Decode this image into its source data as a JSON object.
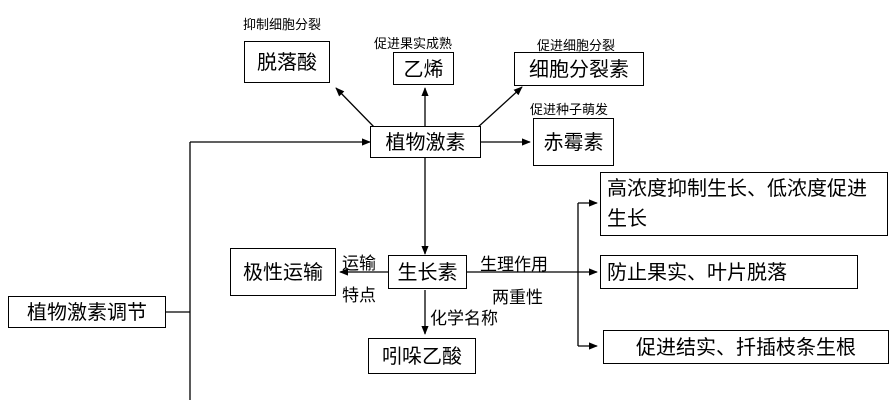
{
  "nodes": {
    "root": "植物激素调节",
    "plant_hormones": "植物激素",
    "aba": "脱落酸",
    "ethylene": "乙烯",
    "cytokinin": "细胞分裂素",
    "gibberellin": "赤霉素",
    "auxin": "生长素",
    "polar_transport": "极性运输",
    "iaa": "吲哚乙酸",
    "effect_dual": "高浓度抑制生长、低浓度促进生长",
    "effect_prevent": "防止果实、叶片脱落",
    "effect_promote": "促进结实、扦插枝条生根"
  },
  "labels": {
    "aba_fn": "抑制细胞分裂",
    "ethylene_fn": "促进果实成熟",
    "cytokinin_fn": "促进细胞分裂",
    "gibberellin_fn": "促进种子萌发",
    "transport_1": "运输",
    "transport_2": "特点",
    "physio": "生理作用",
    "duality": "两重性",
    "chem_name": "化学名称"
  }
}
